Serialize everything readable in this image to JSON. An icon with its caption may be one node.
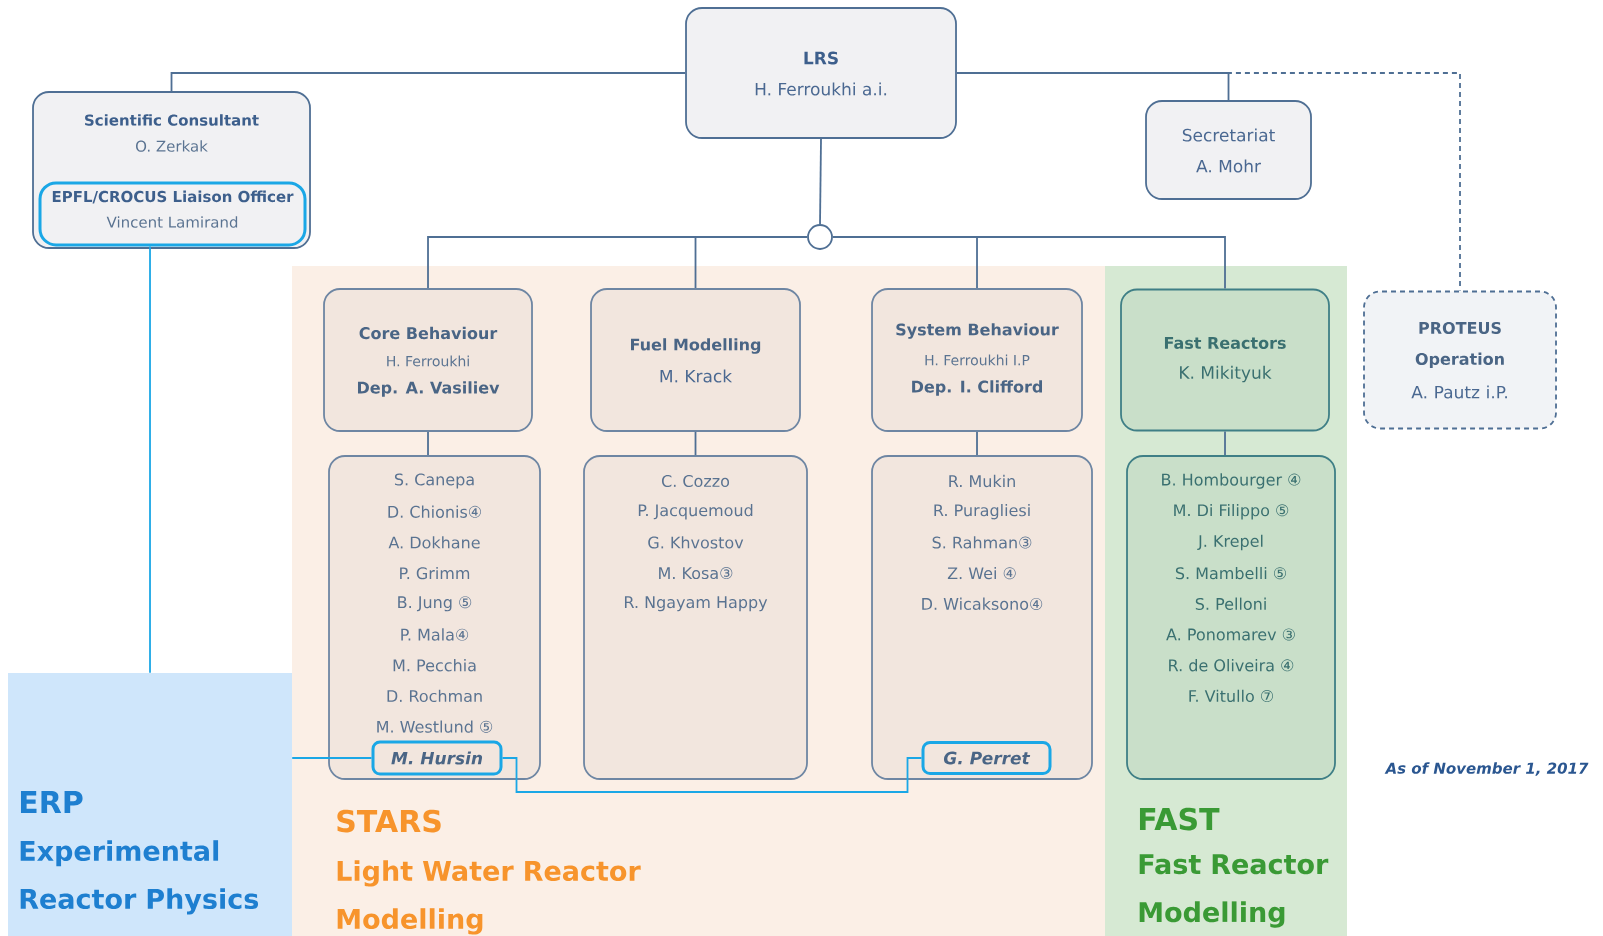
{
  "diagram": {
    "nodes": [
      {
        "text": [
          "LRS",
          "H. Ferroukhi a.i."
        ]
      },
      {
        "text": [
          "Scientific Consultant",
          "O. Zerkak"
        ]
      },
      {
        "text": [
          "EPFL/CROCUS Liaison Officer",
          "Vincent Lamirand"
        ],
        "in": 1
      },
      {
        "text": [
          "Secretariat",
          "A. Mohr"
        ]
      },
      {
        "text": [],
        "shape": "circle"
      },
      {
        "text": [
          "ERP",
          "Experimental Reactor Physics"
        ]
      },
      {
        "text": [
          "STARS",
          "Light Water Reactor Modelling"
        ]
      },
      {
        "text": [
          "FAST",
          "Fast Reactor Modelling"
        ]
      },
      {
        "text": [
          "Core Behaviour",
          "H. Ferroukhi",
          "Dep. A. Vasiliev"
        ],
        "in": 6
      },
      {
        "text": [
          "S. Canepa",
          "D. Chionis④",
          "A. Dokhane",
          "P. Grimm",
          "B. Jung ⑤",
          "P. Mala④",
          "M. Pecchia",
          "D. Rochman",
          "M. Westlund ⑤"
        ],
        "in": 6
      },
      {
        "text": [
          "M. Hursin"
        ],
        "in": 9
      },
      {
        "text": [
          "Fuel Modelling",
          "M. Krack"
        ],
        "in": 6
      },
      {
        "text": [
          "C. Cozzo",
          "P. Jacquemoud",
          "G. Khvostov",
          "M. Kosa③",
          "R. Ngayam Happy"
        ],
        "in": 6
      },
      {
        "text": [
          "System Behaviour",
          "H. Ferroukhi I.P",
          "Dep. I. Clifford"
        ],
        "in": 6
      },
      {
        "text": [
          "R. Mukin",
          "R. Puragliesi",
          "S. Rahman③",
          "Z. Wei ④",
          "D. Wicaksono④"
        ],
        "in": 6
      },
      {
        "text": [
          "G. Perret"
        ],
        "in": 14
      },
      {
        "text": [
          "Fast Reactors",
          "K. Mikityuk"
        ],
        "in": 7
      },
      {
        "text": [
          "B. Hombourger ④",
          "M. Di Filippo ⑤",
          "J. Krepel",
          "S. Mambelli ⑤",
          "S. Pelloni",
          "A. Ponomarev ③",
          "R. de Oliveira ④",
          "F. Vitullo ⑦"
        ],
        "in": 7
      },
      {
        "text": [
          "PROTEUS Operation",
          "A. Pautz i.P."
        ]
      }
    ],
    "edges": [
      {
        "from": 0,
        "to": 1,
        "arrow": "none"
      },
      {
        "from": 0,
        "to": 3,
        "arrow": "none"
      },
      {
        "from": 0,
        "to": 18,
        "arrow": "none",
        "style": "dashed"
      },
      {
        "from": 0,
        "to": 4,
        "arrow": "none"
      },
      {
        "from": 4,
        "to": 8,
        "arrow": "none"
      },
      {
        "from": 4,
        "to": 11,
        "arrow": "none"
      },
      {
        "from": 4,
        "to": 13,
        "arrow": "none"
      },
      {
        "from": 4,
        "to": 16,
        "arrow": "none"
      },
      {
        "from": 8,
        "to": 9,
        "arrow": "none"
      },
      {
        "from": 11,
        "to": 12,
        "arrow": "none"
      },
      {
        "from": 13,
        "to": 14,
        "arrow": "none"
      },
      {
        "from": 16,
        "to": 17,
        "arrow": "none"
      },
      {
        "from": 2,
        "to": 5,
        "arrow": "none",
        "color": "#1aa7e6"
      },
      {
        "from": 5,
        "to": 10,
        "arrow": "none",
        "color": "#1aa7e6"
      },
      {
        "from": 10,
        "to": 15,
        "arrow": "none",
        "color": "#1aa7e6"
      }
    ],
    "labels": [
      "As of November 1, 2017"
    ]
  }
}
